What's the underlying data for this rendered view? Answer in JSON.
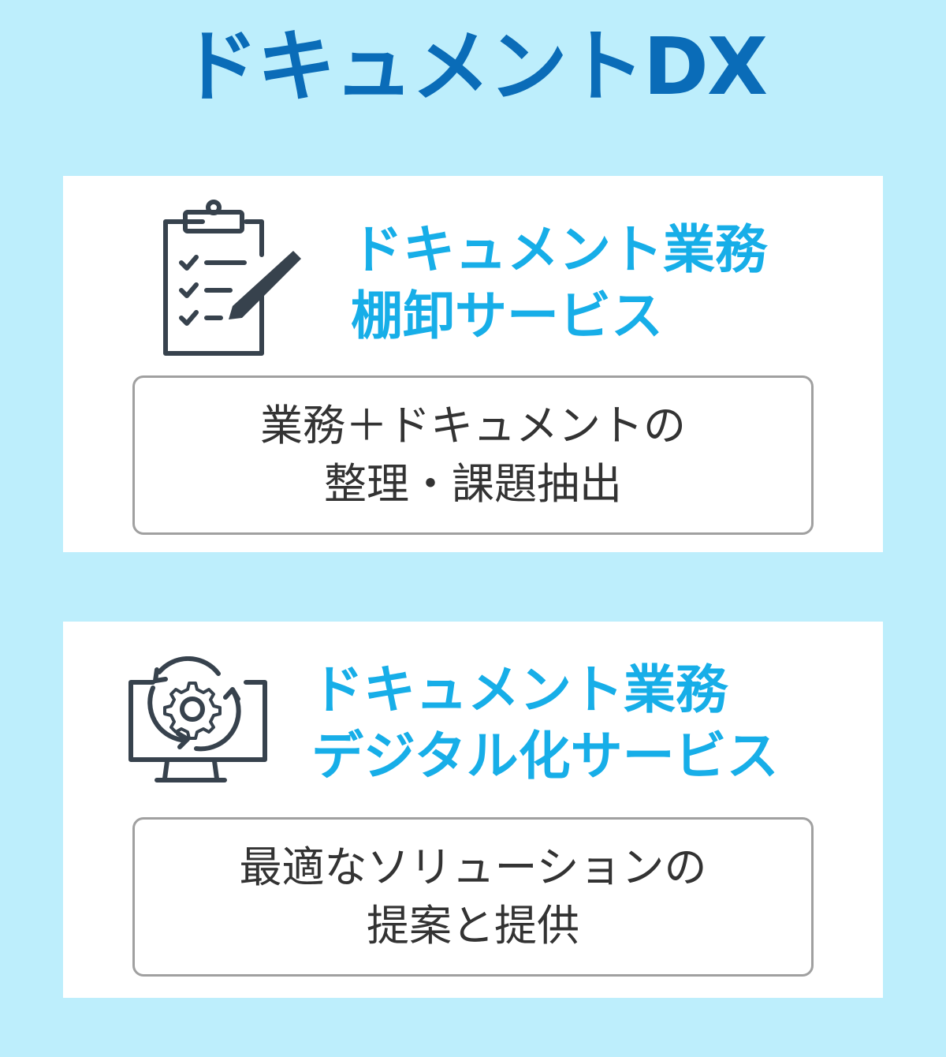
{
  "title": "ドキュメントDX",
  "cards": [
    {
      "icon": "clipboard-checklist-icon",
      "heading_lines": [
        "ドキュメント業務",
        "棚卸サービス"
      ],
      "description_lines": [
        "業務＋ドキュメントの",
        "整理・課題抽出"
      ]
    },
    {
      "icon": "monitor-gear-cycle-icon",
      "heading_lines": [
        "ドキュメント業務",
        "デジタル化サービス"
      ],
      "description_lines": [
        "最適なソリューションの",
        "提案と提供"
      ]
    }
  ],
  "colors": {
    "background": "#bdeefc",
    "title": "#0a6cb8",
    "heading": "#17aee8",
    "icon": "#37424d"
  }
}
